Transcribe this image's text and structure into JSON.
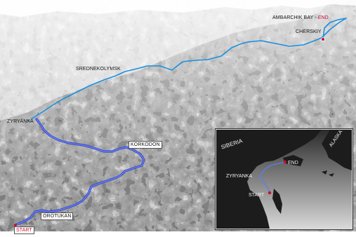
{
  "map": {
    "labels": {
      "end_place": "AMBARCHIK BAY - ",
      "end_word": "END",
      "cherskiy": "CHERSKIY",
      "srednekolymsk": "SREDNEKOLYMSK",
      "zyryanka": "ZYRYANKA",
      "korkodon": "KORKODON",
      "orotukan": "OROTUKAN",
      "start": "START"
    },
    "colors": {
      "sea_route": "#1a8fe0",
      "river_route": "#3446c8",
      "end_marker": "#c8102e"
    }
  },
  "inset": {
    "labels": {
      "siberia": "SIBERIA",
      "alaska": "ALASKA",
      "end": "END",
      "zyryanka": "ZYRYANKA",
      "start": "START"
    }
  }
}
